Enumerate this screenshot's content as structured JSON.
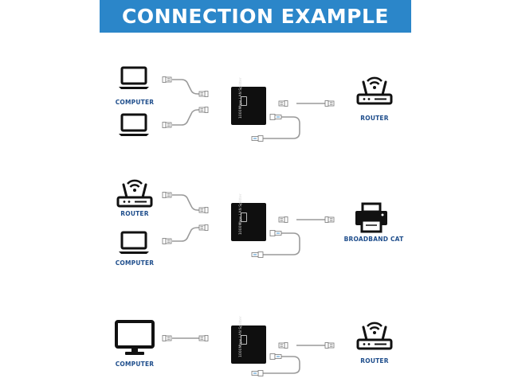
{
  "header": {
    "title": "CONNECTION EXAMPLE"
  },
  "sections": [
    {
      "left_devices": [
        {
          "icon": "laptop-icon",
          "label": "COMPUTER"
        },
        {
          "icon": "laptop-icon",
          "label": ""
        }
      ],
      "splitter_text": "1000Mbps LAN Splitter",
      "right_device": {
        "icon": "router-icon",
        "label": "ROUTER"
      }
    },
    {
      "left_devices": [
        {
          "icon": "router-icon",
          "label": "ROUTER"
        },
        {
          "icon": "laptop-icon",
          "label": "COMPUTER"
        }
      ],
      "splitter_text": "1000Mbps LAN Splitter",
      "right_device": {
        "icon": "printer-icon",
        "label": "BROADBAND CAT"
      }
    },
    {
      "left_devices": [
        {
          "icon": "monitor-icon",
          "label": "COMPUTER"
        }
      ],
      "splitter_text": "1000Mbps LAN Splitter",
      "right_device": {
        "icon": "router-icon",
        "label": "ROUTER"
      }
    }
  ],
  "colors": {
    "banner": "#2b86c9",
    "label": "#1f4e8c",
    "device": "#111111",
    "cable": "#9a9a9a"
  }
}
